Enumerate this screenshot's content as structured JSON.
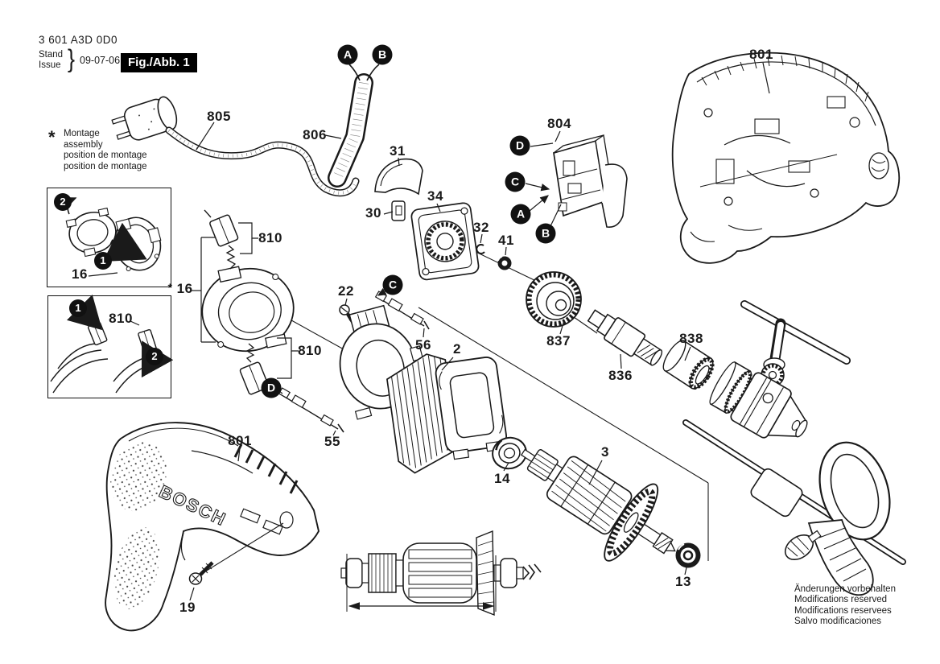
{
  "header": {
    "part_number": "3 601 A3D 0D0",
    "stand_label": "Stand",
    "issue_label": "Issue",
    "brace": "}",
    "date": "09-07-06",
    "figure_label": "Fig./Abb. 1"
  },
  "note": {
    "star": "*",
    "line1": "Montage",
    "line2": "assembly",
    "line3": "position de montage",
    "line4": "position de montage"
  },
  "brand": {
    "logo": "BOSCH"
  },
  "labels": {
    "cord": "805",
    "sleeve": "806",
    "cap": "31",
    "lever": "30",
    "plate": "34",
    "switch": "804",
    "housing_top": "801",
    "brush_top": "810",
    "ring16": "16",
    "star16_star": "*",
    "star16": "16",
    "brush_inset": "810",
    "brush_bottom": "810",
    "screw22": "22",
    "wire56": "56",
    "ring32": "32",
    "grommet41": "41",
    "gear837": "837",
    "spindle836": "836",
    "ringgear838": "838",
    "stator2": "2",
    "wire55": "55",
    "bearing14": "14",
    "armature3": "3",
    "bearing13": "13",
    "housing_bottom": "801",
    "screw19": "19"
  },
  "callouts": {
    "a1": "A",
    "b1": "B",
    "d1": "D",
    "c1": "C",
    "a2": "A",
    "b2": "B",
    "c2": "C",
    "d2": "D"
  },
  "steps": {
    "s2a": "2",
    "s1a": "1",
    "s1b": "1",
    "s2b": "2"
  },
  "footer": {
    "line1": "Änderungen vorbehalten",
    "line2": "Modifications reserved",
    "line3": "Modifications reservees",
    "line4": "Salvo modificaciones"
  },
  "colors": {
    "ink": "#1a1a1a",
    "paper": "#ffffff"
  }
}
